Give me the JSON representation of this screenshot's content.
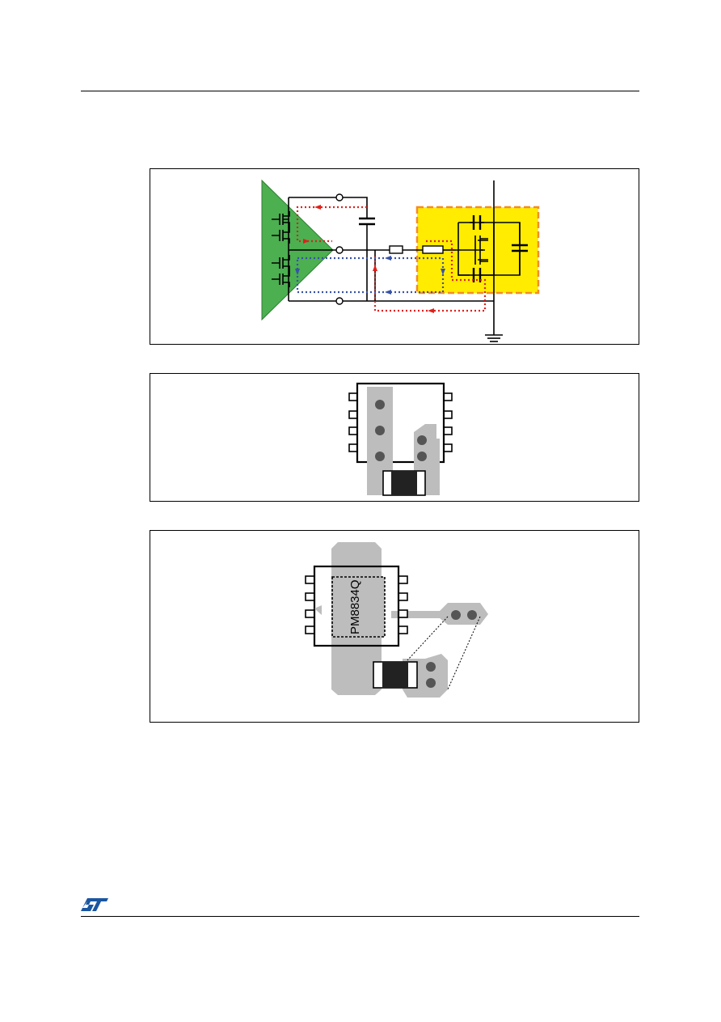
{
  "page": {
    "header_rule": true,
    "footer_rule": true
  },
  "figures": [
    {
      "id": "schematic",
      "description_visible_text": ""
    },
    {
      "id": "layout-1"
    },
    {
      "id": "layout-2",
      "ic_label": "PM8834Q"
    }
  ],
  "colors": {
    "driver_fill": "#4caf50",
    "protection_area": "#ffec00",
    "protection_border": "#f28c28",
    "loop_red": "#e0201c",
    "loop_blue": "#3652a8",
    "copper": "#bdbdbd",
    "pad_dark": "#555555"
  },
  "icons": {
    "logo": "st-logo-icon",
    "ground": "ground-icon"
  }
}
